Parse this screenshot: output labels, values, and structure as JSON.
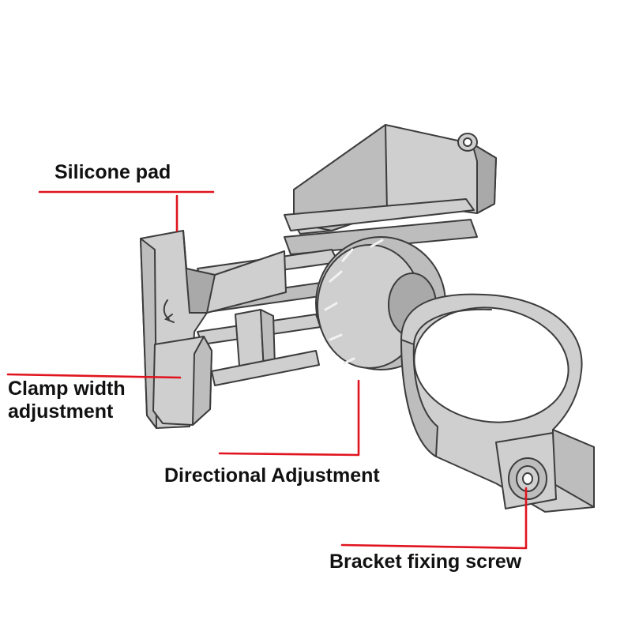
{
  "labels": {
    "silicone_pad": "Silicone pad",
    "clamp_width_line1": "Clamp width",
    "clamp_width_line2": "adjustment",
    "directional_adjustment": "Directional Adjustment",
    "bracket_fixing_screw": "Bracket fixing screw"
  },
  "colors": {
    "leader_line": "#e0141e",
    "label_text": "#111111",
    "part_fill": "#cfcfcf",
    "part_outline": "#3c3c3c",
    "background": "#ffffff"
  }
}
